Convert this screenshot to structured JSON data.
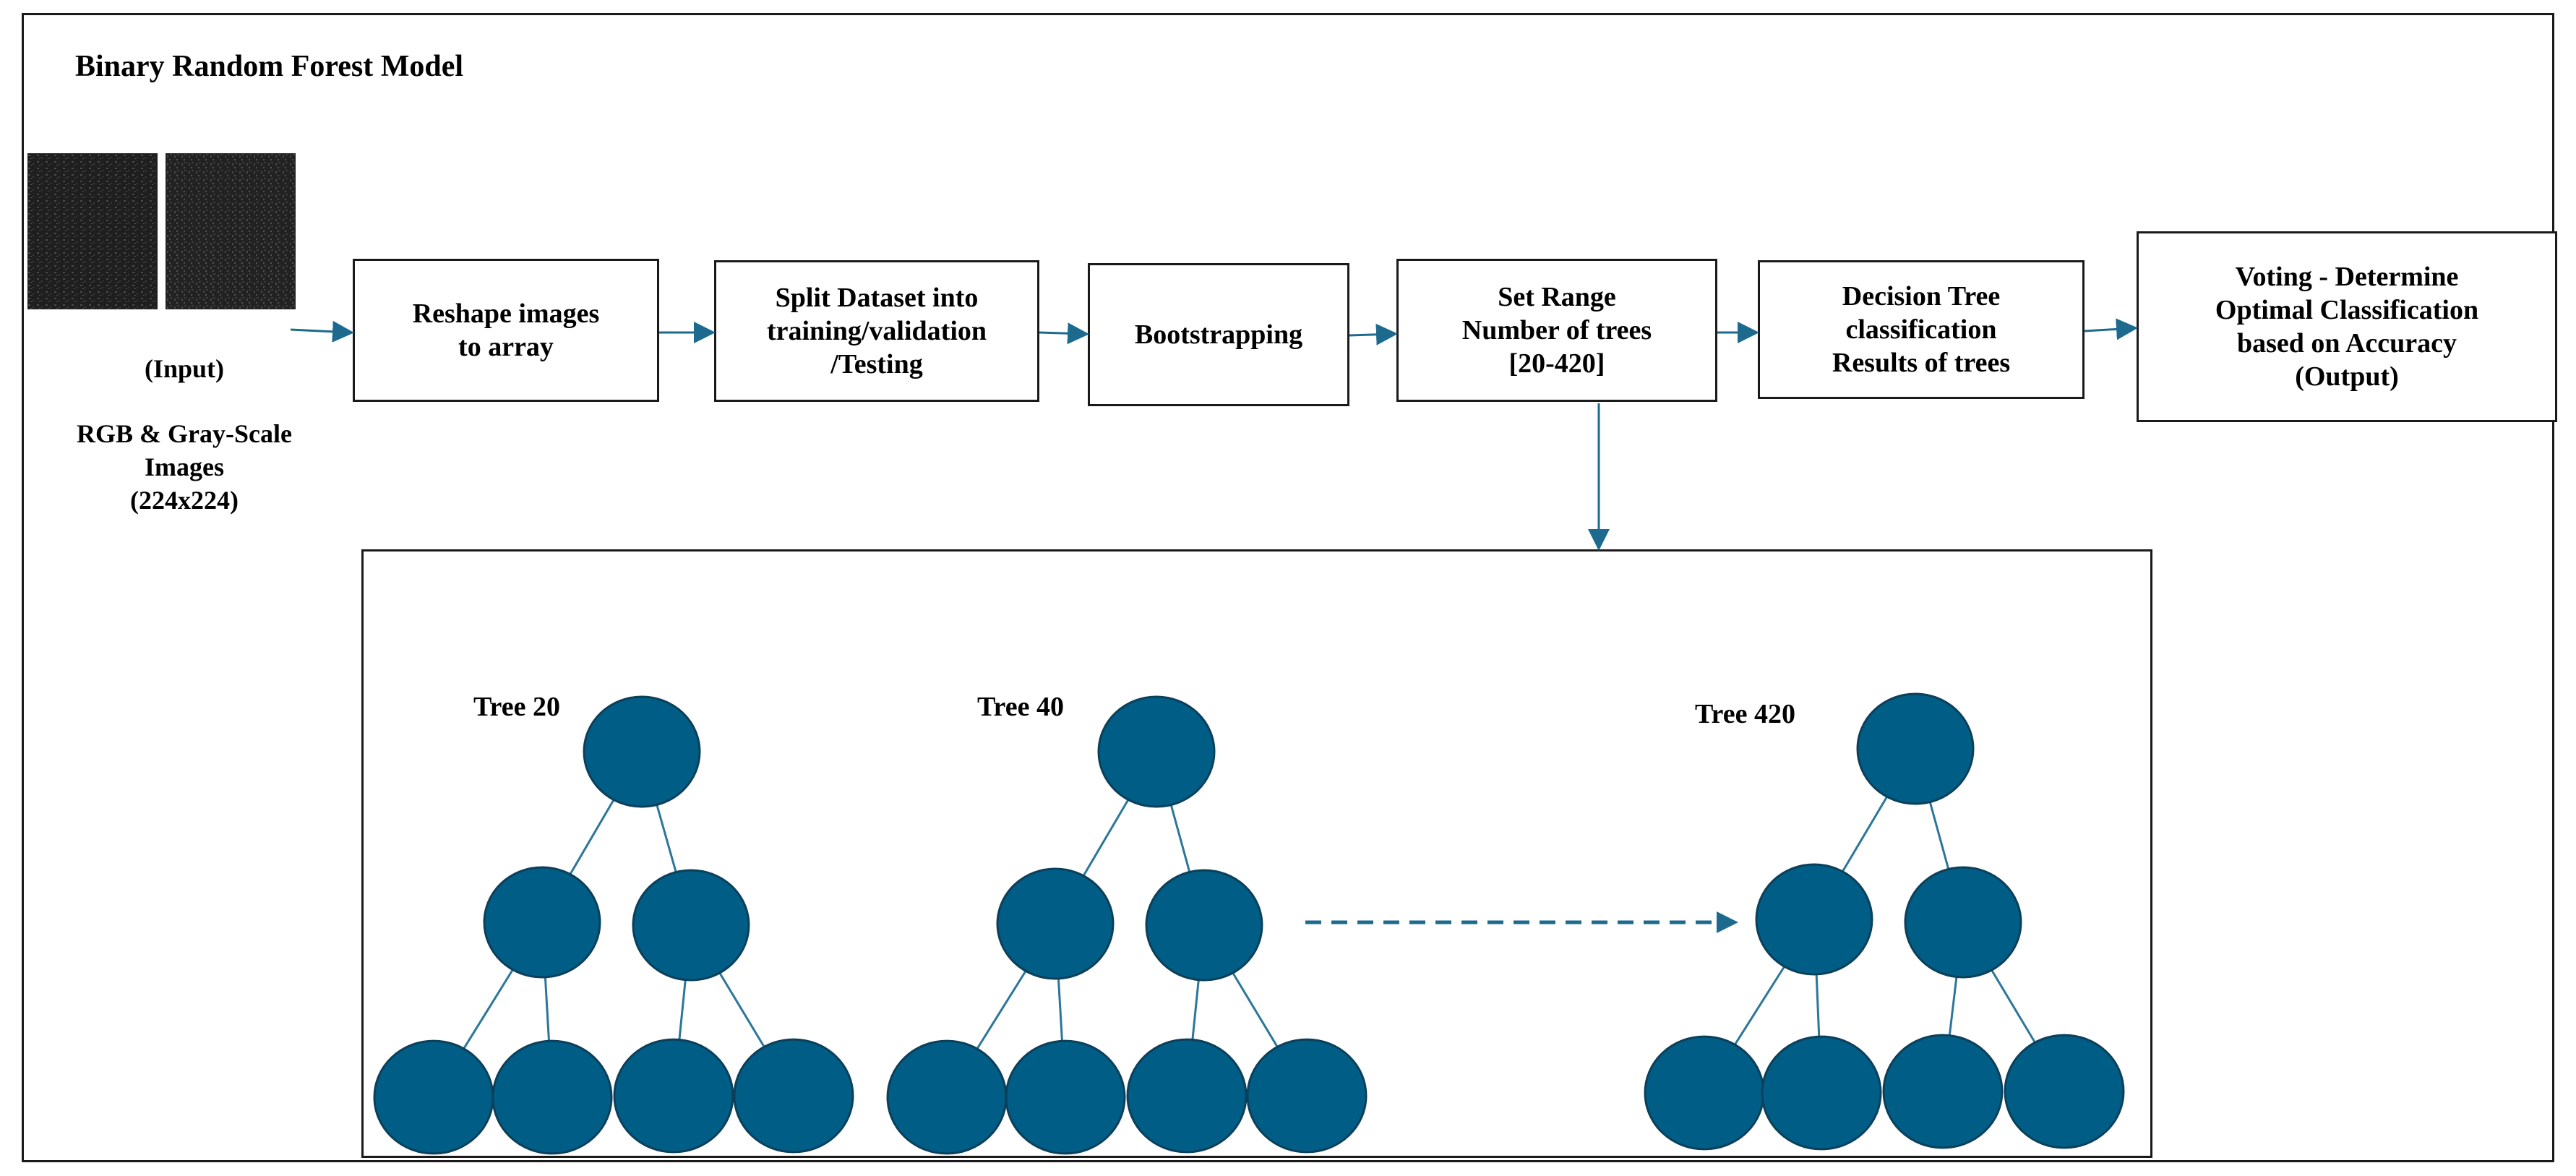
{
  "title": "Binary Random Forest Model",
  "input": {
    "label": "(Input)",
    "description_lines": [
      "RGB & Gray-Scale",
      "Images",
      "(224x224)"
    ]
  },
  "steps": [
    {
      "lines": [
        "Reshape images",
        "to array"
      ]
    },
    {
      "lines": [
        "Split Dataset into",
        "training/validation",
        "/Testing"
      ]
    },
    {
      "lines": [
        "Bootstrapping"
      ]
    },
    {
      "lines": [
        "Set Range",
        "Number of trees",
        "[20-420]"
      ]
    },
    {
      "lines": [
        "Decision Tree",
        "classification",
        "Results of trees"
      ]
    },
    {
      "lines": [
        "Voting - Determine",
        "Optimal Classification",
        "based on Accuracy",
        "(Output)"
      ]
    }
  ],
  "trees": [
    {
      "label": "Tree 20"
    },
    {
      "label": "Tree 40"
    },
    {
      "label": "Tree 420"
    }
  ],
  "colors": {
    "node": "#005e86",
    "node_stroke": "#0b3f5a",
    "arrow": "#1d6a8f",
    "border": "#1a1a1a"
  }
}
